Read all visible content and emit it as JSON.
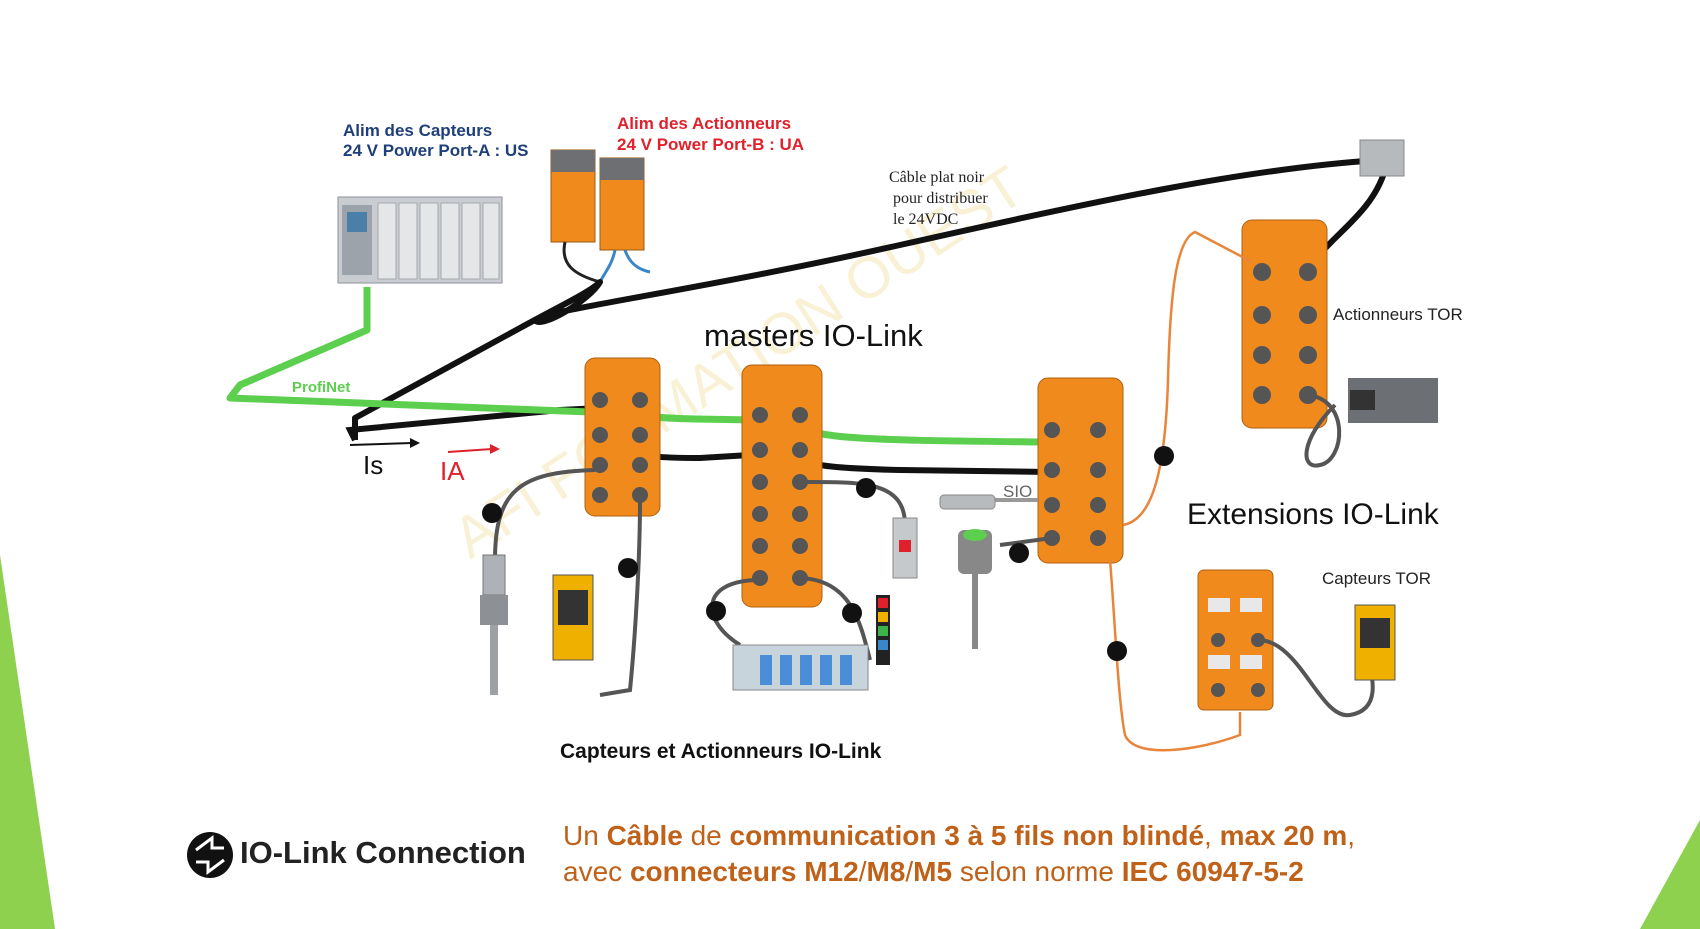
{
  "labels": {
    "alim_capteurs_1": "Alim des Capteurs",
    "alim_capteurs_2": "24 V Power Port-A : US",
    "alim_actionneurs_1": "Alim des Actionneurs",
    "alim_actionneurs_2": "24 V Power Port-B : UA",
    "cable_1": "Câble plat noir",
    "cable_2": "pour distribuer",
    "cable_3": "le 24VDC",
    "masters": "masters IO-Link",
    "profinet": "ProfiNet",
    "is": "Is",
    "ia": "IA",
    "sio": "SIO",
    "actionneurs_tor": "Actionneurs TOR",
    "extensions": "Extensions IO-Link",
    "capteurs_tor": "Capteurs TOR",
    "capteurs_actionneurs": "Capteurs et Actionneurs IO-Link",
    "watermark": "AFI FORMATION OUEST"
  },
  "logo": {
    "text": "IO-Link Connection"
  },
  "caption": {
    "l1_a": "Un ",
    "l1_b": "Câble",
    "l1_c": " de ",
    "l1_d": "communication 3 à 5 fils non blindé",
    "l1_e": ", ",
    "l1_f": "max 20 m",
    "l1_g": ",",
    "l2_a": "avec ",
    "l2_b": "connecteurs M12",
    "l2_c": "/",
    "l2_d": "M8",
    "l2_e": "/",
    "l2_f": "M5",
    "l2_g": " selon norme ",
    "l2_h": "IEC 60947-5-2"
  },
  "colors": {
    "orange_module": "#f08a1c",
    "profinet_green": "#5ccf4e",
    "cable_black": "#111111",
    "cable_orange": "#e8853a",
    "label_blue": "#1f3f7a",
    "label_red": "#e0202a",
    "caption_orange": "#c0611a",
    "accent_green": "#8dd14f"
  }
}
